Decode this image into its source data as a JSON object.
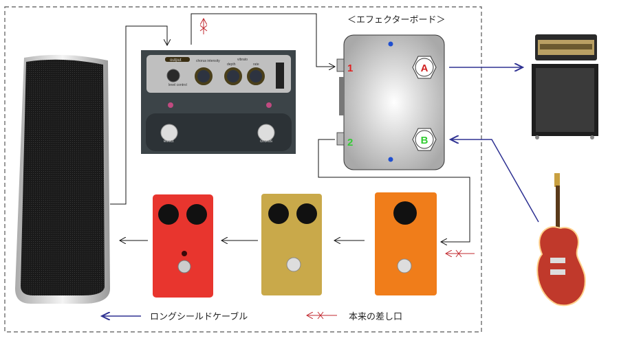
{
  "board": {
    "title": "＜エフェクターボード＞",
    "port_1": "1",
    "port_2": "2",
    "footswitch_a": "A",
    "footswitch_b": "B"
  },
  "chorus_pedal": {
    "output": "output",
    "chorus_intensity": "chorus intensity",
    "vibrato": "vibrato",
    "depth": "depth",
    "rate": "rate",
    "level_control": "level control",
    "effect": "effect",
    "chorus": "chorus"
  },
  "legend": {
    "long_cable": "ロングシールドケーブル",
    "original_jack": "本来の差し口"
  },
  "colors": {
    "cable_blue": "#2e3192",
    "original_red": "#c1272d",
    "port1_red": "#e02020",
    "port2_green": "#33cc33",
    "red_pedal": "#e8352e",
    "yellow_pedal": "#c9a94a",
    "orange_pedal": "#f07d1a"
  }
}
